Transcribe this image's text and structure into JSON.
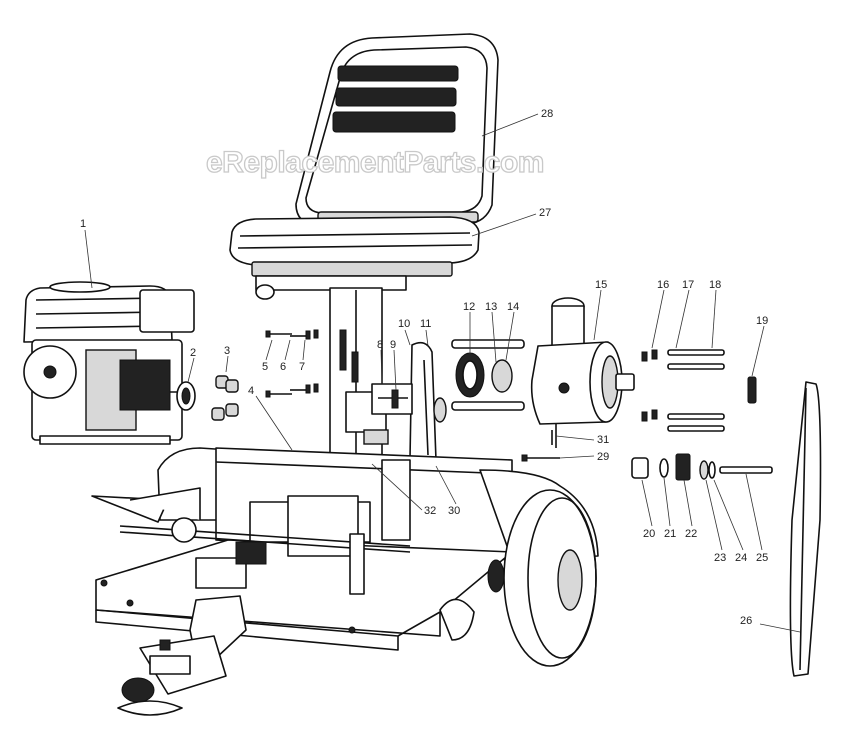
{
  "watermark": "eReplacementParts.com",
  "callouts": [
    {
      "id": "1",
      "text": "1"
    },
    {
      "id": "2",
      "text": "2"
    },
    {
      "id": "3",
      "text": "3"
    },
    {
      "id": "4",
      "text": "4"
    },
    {
      "id": "5",
      "text": "5"
    },
    {
      "id": "6",
      "text": "6"
    },
    {
      "id": "7",
      "text": "7"
    },
    {
      "id": "8",
      "text": "8"
    },
    {
      "id": "9",
      "text": "9"
    },
    {
      "id": "10",
      "text": "10"
    },
    {
      "id": "11",
      "text": "11"
    },
    {
      "id": "12",
      "text": "12"
    },
    {
      "id": "13",
      "text": "13"
    },
    {
      "id": "14",
      "text": "14"
    },
    {
      "id": "15",
      "text": "15"
    },
    {
      "id": "16",
      "text": "16"
    },
    {
      "id": "17",
      "text": "17"
    },
    {
      "id": "18",
      "text": "18"
    },
    {
      "id": "19",
      "text": "19"
    },
    {
      "id": "20",
      "text": "20"
    },
    {
      "id": "21",
      "text": "21"
    },
    {
      "id": "22",
      "text": "22"
    },
    {
      "id": "23",
      "text": "23"
    },
    {
      "id": "24",
      "text": "24"
    },
    {
      "id": "25",
      "text": "25"
    },
    {
      "id": "26",
      "text": "26"
    },
    {
      "id": "27",
      "text": "27"
    },
    {
      "id": "28",
      "text": "28"
    },
    {
      "id": "29",
      "text": "29"
    },
    {
      "id": "30",
      "text": "30"
    },
    {
      "id": "31",
      "text": "31"
    },
    {
      "id": "32",
      "text": "32"
    }
  ]
}
